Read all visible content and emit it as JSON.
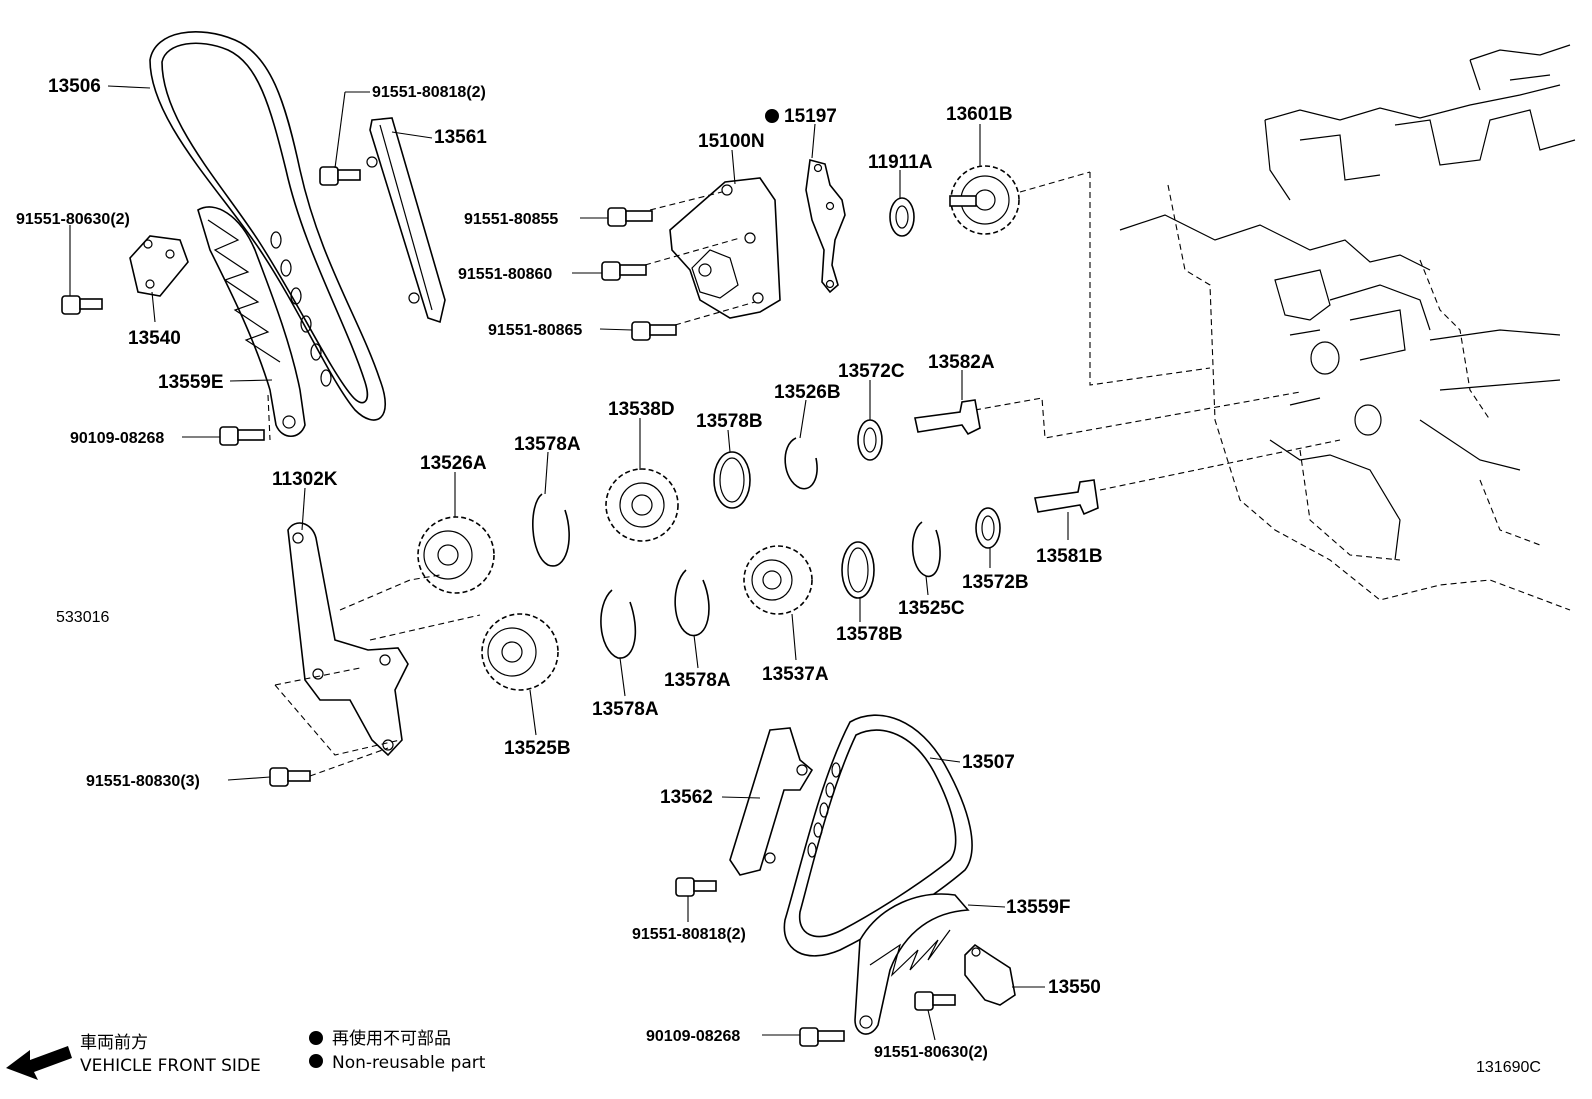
{
  "parts": {
    "p13506": "13506",
    "p91551_80818_top": "91551-80818(2)",
    "p13561": "13561",
    "p91551_80630_left": "91551-80630(2)",
    "p13540": "13540",
    "p13559E": "13559E",
    "p90109_08268_top": "90109-08268",
    "p15197": "15197",
    "p15100N": "15100N",
    "p11911A": "11911A",
    "p13601B": "13601B",
    "p91551_80855": "91551-80855",
    "p91551_80860": "91551-80860",
    "p91551_80865": "91551-80865",
    "p13572C": "13572C",
    "p13582A": "13582A",
    "p13526B": "13526B",
    "p13538D": "13538D",
    "p13578B_top": "13578B",
    "p13578A_top": "13578A",
    "p13526A": "13526A",
    "p11302K": "11302K",
    "p13581B": "13581B",
    "p13572B": "13572B",
    "p13525C": "13525C",
    "p13578B_low": "13578B",
    "p13537A": "13537A",
    "p13578A_mid": "13578A",
    "p13578A_low": "13578A",
    "p13525B": "13525B",
    "p91551_80830": "91551-80830(3)",
    "p13507": "13507",
    "p13562": "13562",
    "p91551_80818_low": "91551-80818(2)",
    "p13559F": "13559F",
    "p13550": "13550",
    "p90109_08268_low": "90109-08268",
    "p91551_80630_low": "91551-80630(2)"
  },
  "codes": {
    "left": "533016",
    "right": "131690C"
  },
  "legend": {
    "front_jp": "車両前方",
    "front_en": "VEHICLE FRONT SIDE",
    "nonreuse_jp": "再使用不可部品",
    "nonreuse_en": "Non-reusable part"
  }
}
